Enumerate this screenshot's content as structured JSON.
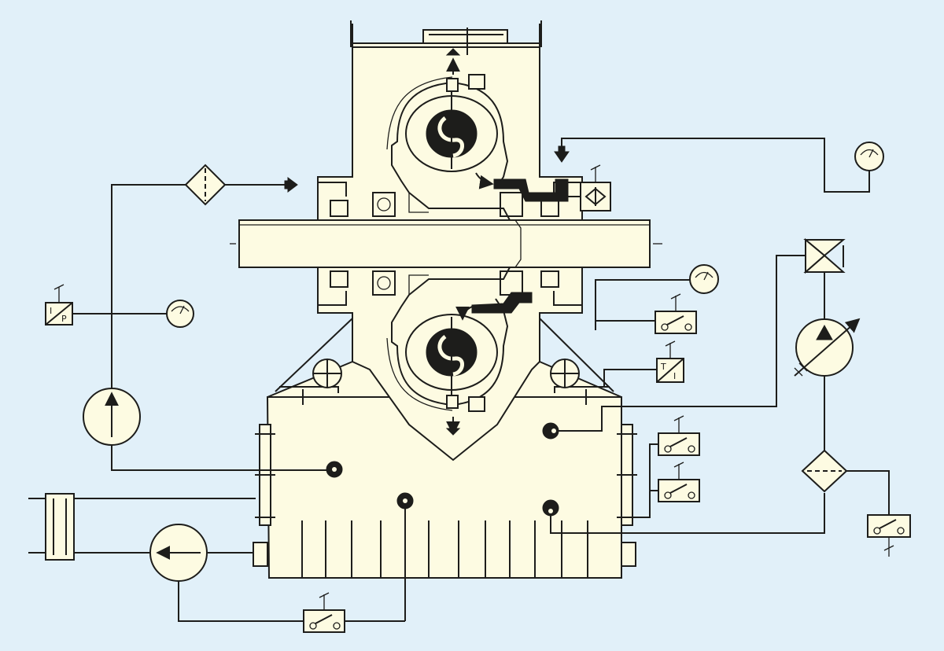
{
  "diagram": {
    "background": "#e1f0f9",
    "body_fill": "#fdfbe2",
    "line_color": "#1d1d1b",
    "labels": {
      "ip_converter_i": "I",
      "ip_converter_p": "P",
      "temp_transmitter_t": "T",
      "temp_transmitter_i": "I"
    }
  }
}
